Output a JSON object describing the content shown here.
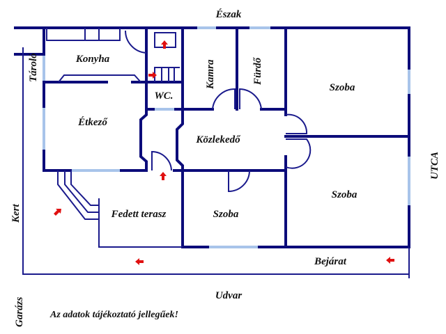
{
  "labels": {
    "north": "Észak",
    "storage": "Tároló",
    "kitchen": "Konyha",
    "pantry": "Kamra",
    "bathroom": "Fürdő",
    "wc": "WC.",
    "dining": "Étkező",
    "hallway": "Közlekedő",
    "room_ne": "Szoba",
    "room_se": "Szoba",
    "room_s": "Szoba",
    "street": "UTCA",
    "garden": "Kert",
    "covered_terrace": "Fedett terasz",
    "entrance": "Bejárat",
    "yard": "Udvar",
    "garage": "Garázs",
    "disclaimer": "Az adatok tájékoztató jellegűek!"
  },
  "colors": {
    "wall": "#0c0c7a",
    "window": "#a8c4ea",
    "arrow": "#e01010"
  }
}
